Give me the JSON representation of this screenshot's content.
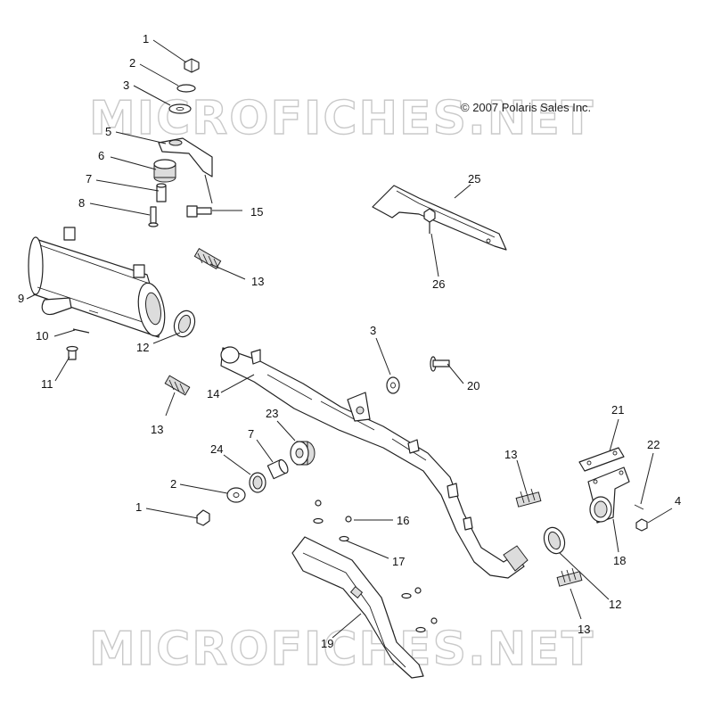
{
  "copyright": "© 2007 Polaris Sales Inc.",
  "watermark": "MICROFICHES.NET",
  "callouts": {
    "c1a": "1",
    "c2a": "2",
    "c3a": "3",
    "c5": "5",
    "c6": "6",
    "c7a": "7",
    "c8": "8",
    "c15": "15",
    "c9": "9",
    "c13a": "13",
    "c10": "10",
    "c11": "11",
    "c12a": "12",
    "c13b": "13",
    "c14": "14",
    "c3b": "3",
    "c20": "20",
    "c23": "23",
    "c7b": "7",
    "c24": "24",
    "c2b": "2",
    "c1b": "1",
    "c16": "16",
    "c17": "17",
    "c19": "19",
    "c13c": "13",
    "c21": "21",
    "c22": "22",
    "c4": "4",
    "c18": "18",
    "c12b": "12",
    "c13d": "13",
    "c25": "25",
    "c26": "26"
  }
}
